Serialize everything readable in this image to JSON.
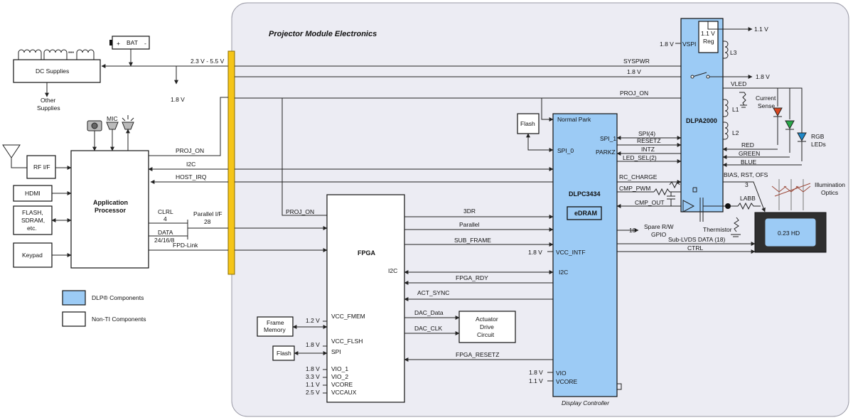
{
  "module_title": "Projector Module Electronics",
  "display_controller_caption": "Display Controller",
  "blocks": {
    "bat": "BAT",
    "dc_supplies": "DC Supplies",
    "other_supplies": [
      "Other",
      "Supplies"
    ],
    "rf_if": "RF I/F",
    "hdmi": "HDMI",
    "flash_sdram": [
      "FLASH,",
      "SDRAM,",
      "etc."
    ],
    "keypad": "Keypad",
    "app_processor": [
      "Application",
      "Processor"
    ],
    "mic": "MIC",
    "fpga": "FPGA",
    "frame_memory": [
      "Frame",
      "Memory"
    ],
    "flash_fpga": "Flash",
    "flash_dlpc": "Flash",
    "actuator": [
      "Actuator",
      "Drive",
      "Circuit"
    ],
    "dlpc3434": "DLPC3434",
    "edram": "eDRAM",
    "dlpa2000": "DLPA2000",
    "reg": [
      "1.1 V",
      "Reg"
    ],
    "dmd": "0.23 HD",
    "rgb_leds": [
      "RGB",
      "LEDs"
    ],
    "illumination_optics": [
      "Illumination",
      "Optics"
    ],
    "current_sense": [
      "Current",
      "Sense"
    ],
    "thermistor": "Thermistor"
  },
  "signals": {
    "v_range": "2.3 V - 5.5 V",
    "v18": "1.8 V",
    "v11": "1.1 V",
    "v12": "1.2 V",
    "v33": "3.3 V",
    "v25": "2.5 V",
    "sys_pwr": "SYSPWR",
    "proj_on": "PROJ_ON",
    "i2c": "I2C",
    "host_irq": "HOST_IRQ",
    "clrl": "CLRL",
    "clrl_n": "4",
    "data": "DATA",
    "data_n": "24/16/8",
    "parallel_if": "Parallel I/F",
    "parallel_n": "28",
    "fpd_link": "FPD-Link",
    "three_dr": "3DR",
    "parallel": "Parallel",
    "sub_frame": "SUB_FRAME",
    "fpga_rdy": "FPGA_RDY",
    "act_sync": "ACT_SYNC",
    "dac_data": "DAC_Data",
    "dac_clk": "DAC_CLK",
    "fpga_resetz": "FPGA_RESETZ",
    "spi4": "SPI(4)",
    "resetz": "RESETZ",
    "intz": "INTZ",
    "led_sel": "LED_SEL(2)",
    "rc_charge": "RC_CHARGE",
    "cmp_pwm": "CMP_PWM",
    "cmp_out": "CMP_OUT",
    "spare_num": "18",
    "spare_gpio": [
      "Spare R/W",
      "GPIO"
    ],
    "sub_lvds": "Sub-LVDS DATA (18)",
    "ctrl": "CTRL",
    "vled": "VLED",
    "red": "RED",
    "green": "GREEN",
    "blue": "BLUE",
    "bias_rst_ofs": "BIAS, RST, OFS",
    "bias_n": "3",
    "labb": "LABB",
    "l1": "L1",
    "l2": "L2",
    "l3": "L3"
  },
  "pins": {
    "normal_park": "Normal Park",
    "spi_0": "SPI_0",
    "spi_1": "SPI_1",
    "parkz": "PARKZ",
    "vcc_intf": "VCC_INTF",
    "i2c": "I2C",
    "vio": "VIO",
    "vcore": "VCORE",
    "vspi": "VSPI",
    "fpga_i2c": "I2C",
    "vcc_fmem": "VCC_FMEM",
    "vcc_flsh": "VCC_FLSH",
    "spi": "SPI",
    "vio_1": "VIO_1",
    "vio_2": "VIO_2",
    "fpga_vcore": "VCORE",
    "vccaux": "VCCAUX"
  },
  "legend": {
    "dlp": "DLP® Components",
    "non_ti": "Non-TI Components"
  },
  "colors": {
    "dlp_fill": "#9ccbf5",
    "bus_bar": "#f5c518",
    "panel_fill": "#ececf3",
    "led_red": "#d9461f",
    "led_green": "#2aa84a",
    "led_blue": "#1e88c9"
  }
}
